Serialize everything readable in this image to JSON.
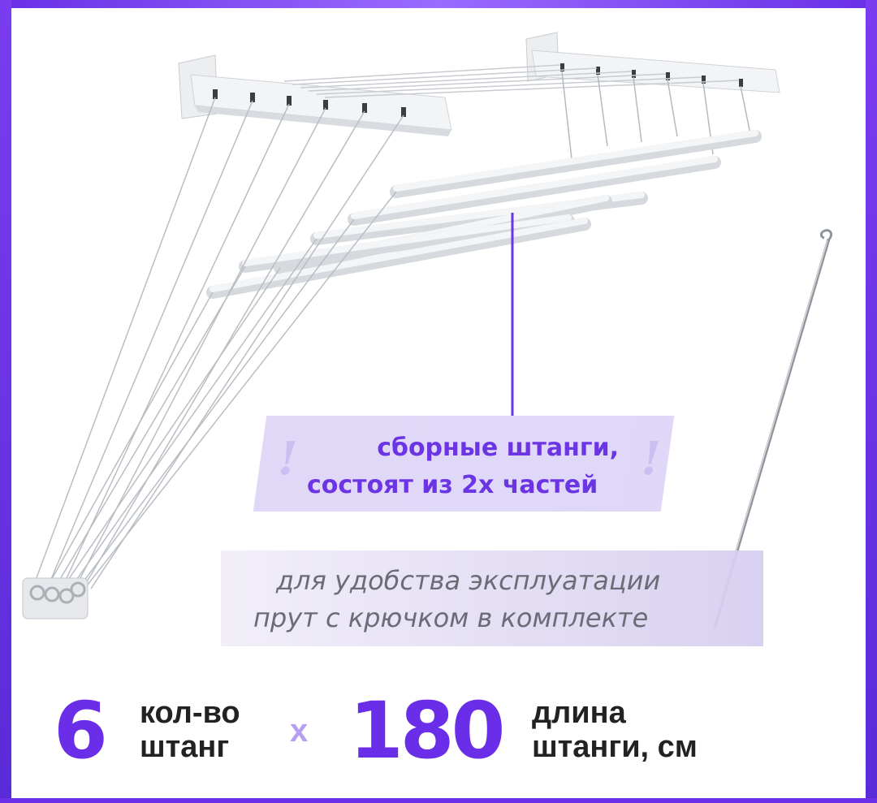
{
  "callout_parts": {
    "line1": "сборные штанги,",
    "line2": "состоят из 2х частей"
  },
  "callout_rod": {
    "line1": "для удобства эксплуатации",
    "line2": "прут с крючком в комплекте"
  },
  "spec_count": {
    "value": "6",
    "label_line1": "кол-во",
    "label_line2": "штанг"
  },
  "multiply_sign": "x",
  "spec_length": {
    "value": "180",
    "label_line1": "длина",
    "label_line2": "штанги, см"
  },
  "colors": {
    "accent": "#6a2ee8",
    "frame": "#6a2fe6",
    "muted_text": "#6c6c76"
  },
  "icons": [
    "exclamation-icon",
    "hook-rod-image",
    "clothes-dryer-image"
  ]
}
